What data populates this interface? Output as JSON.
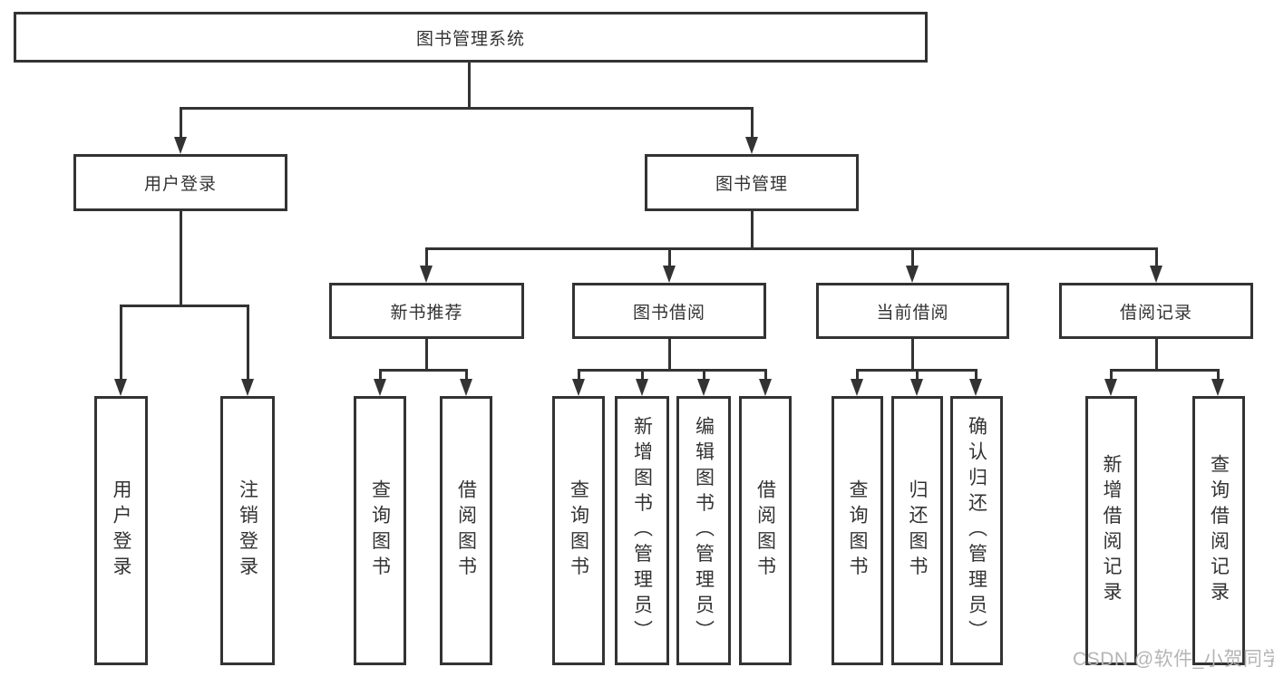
{
  "tree": {
    "label": "图书管理系统",
    "children": [
      {
        "label": "用户登录",
        "children": [
          {
            "label": "用户登录"
          },
          {
            "label": "注销登录"
          }
        ]
      },
      {
        "label": "图书管理",
        "children": [
          {
            "label": "新书推荐",
            "children": [
              {
                "label": "查询图书"
              },
              {
                "label": "借阅图书"
              }
            ]
          },
          {
            "label": "图书借阅",
            "children": [
              {
                "label": "查询图书"
              },
              {
                "label": "新增图书（管理员）"
              },
              {
                "label": "编辑图书（管理员）"
              },
              {
                "label": "借阅图书"
              }
            ]
          },
          {
            "label": "当前借阅",
            "children": [
              {
                "label": "查询图书"
              },
              {
                "label": "归还图书"
              },
              {
                "label": "确认归还（管理员）"
              }
            ]
          },
          {
            "label": "借阅记录",
            "children": [
              {
                "label": "新增借阅记录"
              },
              {
                "label": "查询借阅记录"
              }
            ]
          }
        ]
      }
    ]
  },
  "watermark": {
    "text": "CSDN @软件_小贺同学"
  },
  "colors": {
    "line": "#333333",
    "text": "#333333",
    "watermark_text": "#b5b5b5",
    "background": "#ffffff"
  }
}
